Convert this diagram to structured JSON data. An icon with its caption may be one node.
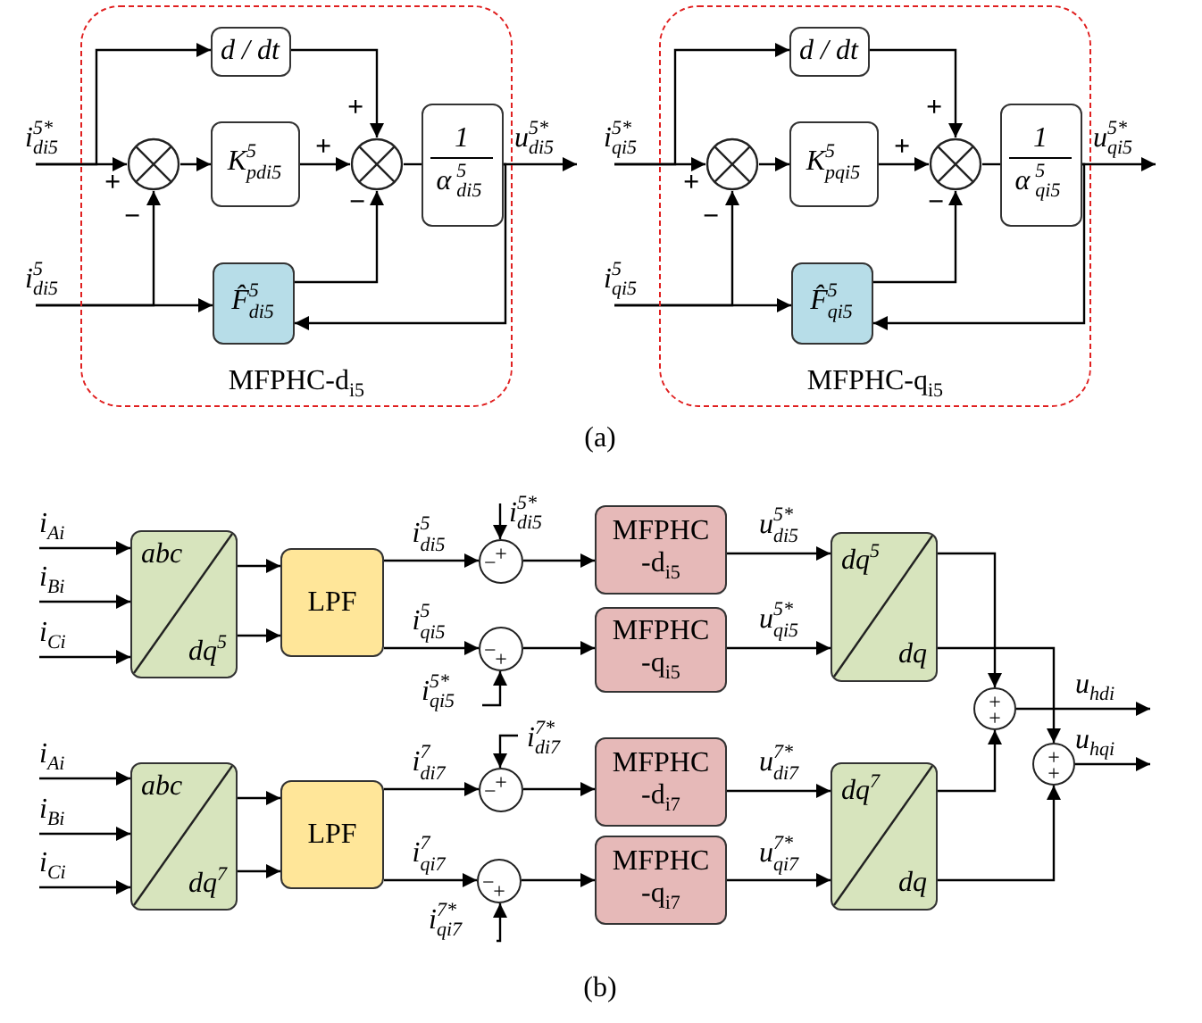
{
  "diagram": {
    "nodes": [
      {
        "text": [
          "i$^{5*}$$_{di5}$"
        ]
      },
      {
        "text": [
          "i$^{5}$$_{di5}$"
        ]
      },
      {
        "text": [
          "MFPHC-d$_{i5}$"
        ]
      },
      {
        "text": [
          "d / dt"
        ],
        "in": 2
      },
      {
        "text": [],
        "shape": "circle",
        "in": 2
      },
      {
        "text": [
          "K$^{5}$$_{pdi5}$"
        ],
        "in": 2
      },
      {
        "text": [],
        "shape": "circle",
        "in": 2
      },
      {
        "text": [
          "1",
          "α$^{5}$$_{di5}$"
        ],
        "in": 2
      },
      {
        "text": [
          "F̂$^{5}$$_{di5}$"
        ],
        "in": 2
      },
      {
        "text": [
          "u$^{5*}$$_{di5}$"
        ]
      },
      {
        "text": [
          "i$^{5*}$$_{qi5}$"
        ]
      },
      {
        "text": [
          "i$^{5}$$_{qi5}$"
        ]
      },
      {
        "text": [
          "MFPHC-q$_{i5}$"
        ]
      },
      {
        "text": [
          "d / dt"
        ],
        "in": 12
      },
      {
        "text": [],
        "shape": "circle",
        "in": 12
      },
      {
        "text": [
          "K$^{5}$$_{pqi5}$"
        ],
        "in": 12
      },
      {
        "text": [],
        "shape": "circle",
        "in": 12
      },
      {
        "text": [
          "1",
          "α$^{5}$$_{qi5}$"
        ],
        "in": 12
      },
      {
        "text": [
          "F̂$^{5}$$_{qi5}$"
        ],
        "in": 12
      },
      {
        "text": [
          "u$^{5*}$$_{qi5}$"
        ]
      },
      {
        "text": [
          "i$_{Ai}$"
        ]
      },
      {
        "text": [
          "i$_{Bi}$"
        ]
      },
      {
        "text": [
          "i$_{Ci}$"
        ]
      },
      {
        "text": [
          "abc",
          "dq$^{5}$"
        ]
      },
      {
        "text": [
          "LPF"
        ]
      },
      {
        "text": [
          "+",
          "−"
        ]
      },
      {
        "text": [
          "−",
          "+"
        ]
      },
      {
        "text": [
          "i$^{5*}$$_{di5}$"
        ]
      },
      {
        "text": [
          "i$^{5*}$$_{qi5}$"
        ]
      },
      {
        "text": [
          "MFPHC",
          "-d$_{i5}$"
        ]
      },
      {
        "text": [
          "MFPHC",
          "-q$_{i5}$"
        ]
      },
      {
        "text": [
          "dq$^{5}$",
          "dq"
        ]
      },
      {
        "text": [
          "i$_{Ai}$"
        ]
      },
      {
        "text": [
          "i$_{Bi}$"
        ]
      },
      {
        "text": [
          "i$_{Ci}$"
        ]
      },
      {
        "text": [
          "abc",
          "dq$^{7}$"
        ]
      },
      {
        "text": [
          "LPF"
        ]
      },
      {
        "text": [
          "+",
          "−"
        ]
      },
      {
        "text": [
          "−",
          "+"
        ]
      },
      {
        "text": [
          "i$^{7*}$$_{di7}$"
        ]
      },
      {
        "text": [
          "i$^{7*}$$_{qi7}$"
        ]
      },
      {
        "text": [
          "MFPHC",
          "-d$_{i7}$"
        ]
      },
      {
        "text": [
          "MFPHC",
          "-q$_{i7}$"
        ]
      },
      {
        "text": [
          "dq$^{7}$",
          "dq"
        ]
      },
      {
        "text": [
          "+",
          "+"
        ]
      },
      {
        "text": [
          "+",
          "+"
        ]
      },
      {
        "text": [
          "u$_{hdi}$"
        ]
      },
      {
        "text": [
          "u$_{hqi}$"
        ]
      }
    ],
    "edges": [
      {
        "from": 0,
        "to": 4,
        "arrow": "to",
        "label": "+"
      },
      {
        "from": 0,
        "to": 3,
        "arrow": "to"
      },
      {
        "from": 1,
        "to": 4,
        "arrow": "to",
        "label": "−"
      },
      {
        "from": 1,
        "to": 8,
        "arrow": "to"
      },
      {
        "from": 4,
        "to": 5,
        "arrow": "to"
      },
      {
        "from": 5,
        "to": 6,
        "arrow": "to",
        "label": "+"
      },
      {
        "from": 3,
        "to": 6,
        "arrow": "to",
        "label": "+"
      },
      {
        "from": 8,
        "to": 6,
        "arrow": "to",
        "label": "−"
      },
      {
        "from": 6,
        "to": 7,
        "arrow": "none"
      },
      {
        "from": 7,
        "to": 9,
        "arrow": "to"
      },
      {
        "from": 7,
        "to": 8,
        "arrow": "to"
      },
      {
        "from": 10,
        "to": 14,
        "arrow": "to",
        "label": "+"
      },
      {
        "from": 10,
        "to": 13,
        "arrow": "to"
      },
      {
        "from": 11,
        "to": 14,
        "arrow": "to",
        "label": "−"
      },
      {
        "from": 11,
        "to": 18,
        "arrow": "to"
      },
      {
        "from": 14,
        "to": 15,
        "arrow": "to"
      },
      {
        "from": 15,
        "to": 16,
        "arrow": "to",
        "label": "+"
      },
      {
        "from": 13,
        "to": 16,
        "arrow": "to",
        "label": "+"
      },
      {
        "from": 18,
        "to": 16,
        "arrow": "to",
        "label": "−"
      },
      {
        "from": 16,
        "to": 17,
        "arrow": "none"
      },
      {
        "from": 17,
        "to": 19,
        "arrow": "to"
      },
      {
        "from": 17,
        "to": 18,
        "arrow": "to"
      },
      {
        "from": 20,
        "to": 23,
        "arrow": "to"
      },
      {
        "from": 21,
        "to": 23,
        "arrow": "to"
      },
      {
        "from": 22,
        "to": 23,
        "arrow": "to"
      },
      {
        "from": 23,
        "to": 24,
        "arrow": "to"
      },
      {
        "from": 23,
        "to": 24,
        "arrow": "to"
      },
      {
        "from": 24,
        "to": 25,
        "arrow": "to",
        "label": "i$^{5}$$_{di5}$"
      },
      {
        "from": 24,
        "to": 26,
        "arrow": "to",
        "label": "i$^{5}$$_{qi5}$"
      },
      {
        "from": 27,
        "to": 25,
        "arrow": "to"
      },
      {
        "from": 28,
        "to": 26,
        "arrow": "to"
      },
      {
        "from": 25,
        "to": 29,
        "arrow": "to"
      },
      {
        "from": 26,
        "to": 30,
        "arrow": "to"
      },
      {
        "from": 29,
        "to": 31,
        "arrow": "to",
        "label": "u$^{5*}$$_{di5}$"
      },
      {
        "from": 30,
        "to": 31,
        "arrow": "to",
        "label": "u$^{5*}$$_{qi5}$"
      },
      {
        "from": 31,
        "to": 44,
        "arrow": "to"
      },
      {
        "from": 31,
        "to": 45,
        "arrow": "to"
      },
      {
        "from": 32,
        "to": 35,
        "arrow": "to"
      },
      {
        "from": 33,
        "to": 35,
        "arrow": "to"
      },
      {
        "from": 34,
        "to": 35,
        "arrow": "to"
      },
      {
        "from": 35,
        "to": 36,
        "arrow": "to"
      },
      {
        "from": 35,
        "to": 36,
        "arrow": "to"
      },
      {
        "from": 36,
        "to": 37,
        "arrow": "to",
        "label": "i$^{7}$$_{di7}$"
      },
      {
        "from": 36,
        "to": 38,
        "arrow": "to",
        "label": "i$^{7}$$_{qi7}$"
      },
      {
        "from": 39,
        "to": 37,
        "arrow": "to"
      },
      {
        "from": 40,
        "to": 38,
        "arrow": "to"
      },
      {
        "from": 37,
        "to": 41,
        "arrow": "to"
      },
      {
        "from": 38,
        "to": 42,
        "arrow": "to"
      },
      {
        "from": 41,
        "to": 43,
        "arrow": "to",
        "label": "u$^{7*}$$_{di7}$"
      },
      {
        "from": 42,
        "to": 43,
        "arrow": "to",
        "label": "u$^{7*}$$_{qi7}$"
      },
      {
        "from": 43,
        "to": 44,
        "arrow": "to"
      },
      {
        "from": 43,
        "to": 45,
        "arrow": "to"
      },
      {
        "from": 44,
        "to": 46,
        "arrow": "to"
      },
      {
        "from": 45,
        "to": 47,
        "arrow": "to"
      }
    ],
    "labels": [
      "(a)",
      "(b)"
    ]
  }
}
